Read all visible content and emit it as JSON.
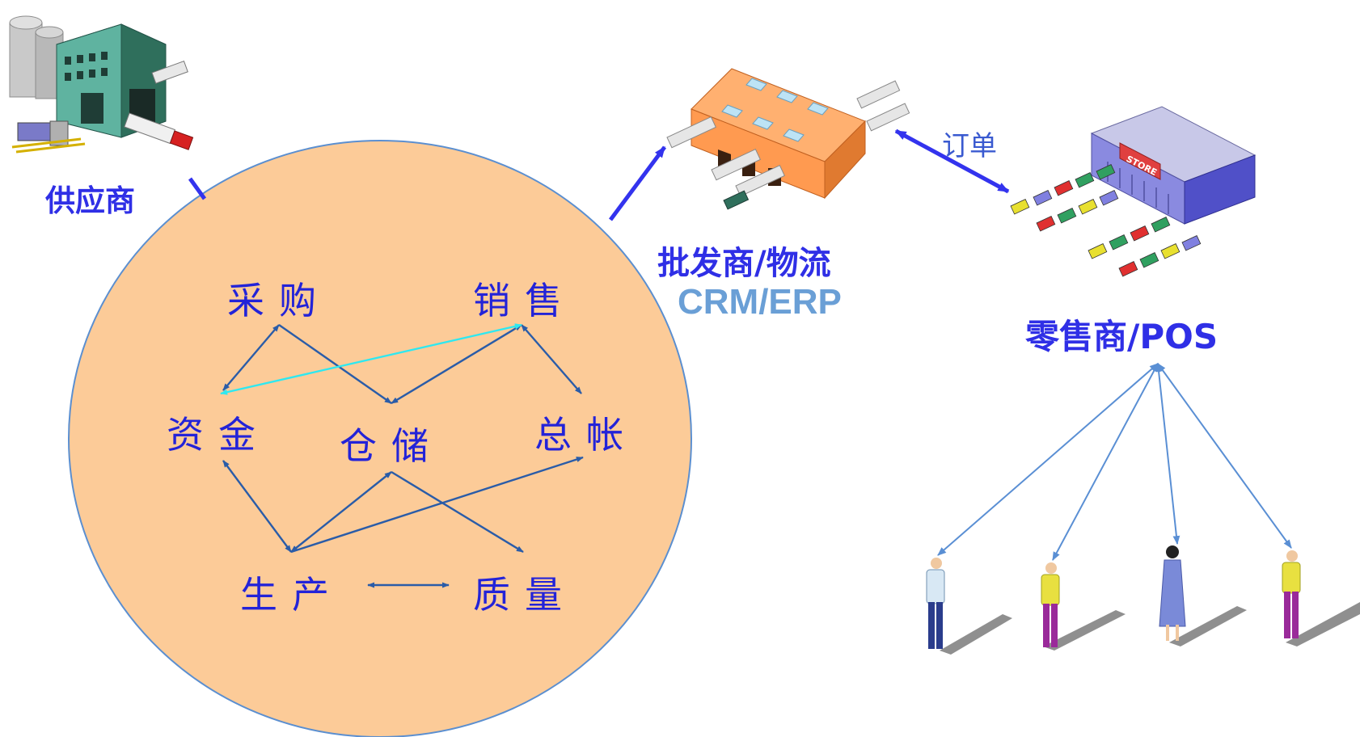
{
  "supplier": {
    "label": "供应商"
  },
  "wholesaler": {
    "label": "批发商/物流",
    "system": "CRM/ERP"
  },
  "order": {
    "label": "订单"
  },
  "retailer": {
    "label": "零售商/POS",
    "store_sign": "STORE"
  },
  "enterprise": {
    "modules": {
      "purchasing": "采购",
      "sales": "销售",
      "finance": "资金",
      "warehouse": "仓储",
      "ledger": "总帐",
      "production": "生产",
      "quality": "质量"
    }
  },
  "colors": {
    "circle_fill": "#fccb98",
    "circle_stroke": "#5b8fd0",
    "arrow_dark": "#2a5ca8",
    "arrow_cyan": "#2ee8f0",
    "arrow_bold": "#3333ee",
    "label_blue": "#2f2fe6",
    "system_blue": "#6a9fd6"
  }
}
